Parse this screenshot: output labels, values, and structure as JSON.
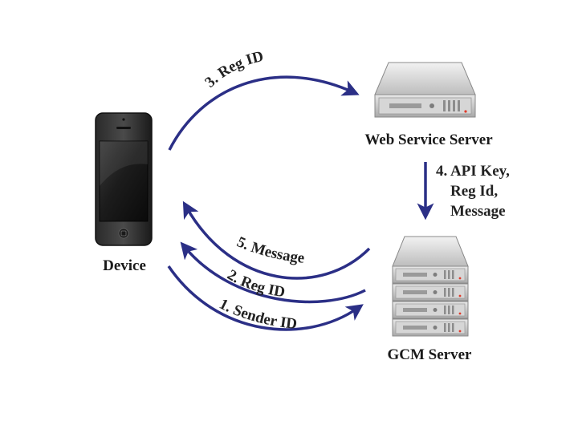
{
  "nodes": {
    "device": {
      "label": "Device"
    },
    "web_server": {
      "label": "Web Service Server"
    },
    "gcm_server": {
      "label": "GCM Server"
    }
  },
  "edges": [
    {
      "id": "e1",
      "label": "1. Sender ID",
      "from": "device",
      "to": "gcm_server"
    },
    {
      "id": "e2",
      "label": "2. Reg ID",
      "from": "gcm_server",
      "to": "device"
    },
    {
      "id": "e3",
      "label": "3. Reg ID",
      "from": "device",
      "to": "web_server"
    },
    {
      "id": "e4",
      "label_lines": [
        "4. API Key,",
        "Reg Id,",
        "Message"
      ],
      "from": "web_server",
      "to": "gcm_server"
    },
    {
      "id": "e5",
      "label": "5. Message",
      "from": "gcm_server",
      "to": "device"
    }
  ],
  "colors": {
    "arrow": "#2b2f86",
    "text": "#1a1a1a"
  }
}
